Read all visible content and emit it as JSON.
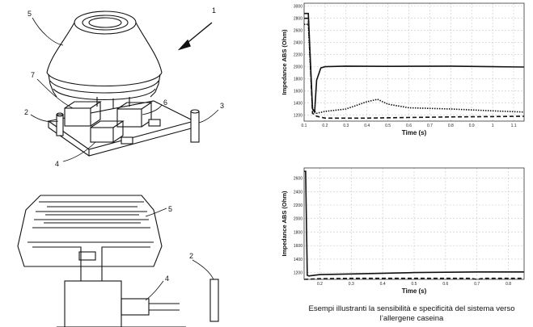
{
  "patent_figure": {
    "ref_labels": {
      "fig_arrow": "1",
      "cone": "5",
      "seven": "7",
      "two": "2",
      "six": "6",
      "three": "3",
      "four": "4",
      "five_lower": "5",
      "two_lower": "2",
      "four_lower": "4"
    }
  },
  "charts": [
    {
      "type": "line",
      "xlabel": "Time (s)",
      "ylabel": "Impedance ABS (Ohm)",
      "xlim": [
        0.1,
        1.15
      ],
      "ylim": [
        1100,
        3050
      ],
      "x_ticks": [
        "0.1",
        "0.2",
        "0.3",
        "0.4",
        "0.5",
        "0.6",
        "0.7",
        "0.8",
        "0.9",
        "1",
        "1.1"
      ],
      "y_ticks": [
        "1200",
        "1400",
        "1600",
        "1800",
        "2000",
        "2200",
        "2400",
        "2600",
        "2800",
        "3000"
      ],
      "grid": true,
      "series": [
        {
          "style": "solid",
          "x": [
            0.1,
            0.12,
            0.14,
            0.15,
            0.16,
            0.18,
            0.2,
            0.3,
            0.5,
            0.8,
            1.0,
            1.15
          ],
          "y": [
            2880,
            2880,
            1300,
            1250,
            1780,
            1980,
            2000,
            2010,
            2005,
            2010,
            2000,
            1995
          ]
        },
        {
          "style": "dotted",
          "x": [
            0.1,
            0.12,
            0.14,
            0.16,
            0.2,
            0.3,
            0.4,
            0.45,
            0.5,
            0.6,
            0.8,
            1.0,
            1.15
          ],
          "y": [
            2700,
            2700,
            1300,
            1230,
            1260,
            1300,
            1420,
            1460,
            1380,
            1320,
            1300,
            1270,
            1250
          ]
        },
        {
          "style": "dashed",
          "x": [
            0.1,
            0.12,
            0.14,
            0.16,
            0.2,
            0.4,
            0.6,
            0.8,
            1.0,
            1.15
          ],
          "y": [
            2800,
            2800,
            1230,
            1180,
            1150,
            1150,
            1160,
            1170,
            1175,
            1180
          ]
        }
      ]
    },
    {
      "type": "line",
      "xlabel": "Time (s)",
      "ylabel": "Impedance ABS (Ohm)",
      "xlim": [
        0.15,
        0.85
      ],
      "ylim": [
        1100,
        2750
      ],
      "x_ticks": [
        "0.2",
        "0.3",
        "0.4",
        "0.5",
        "0.6",
        "0.7",
        "0.8"
      ],
      "y_ticks": [
        "1200",
        "1400",
        "1600",
        "1800",
        "2000",
        "2200",
        "2400",
        "2600"
      ],
      "grid": true,
      "series": [
        {
          "style": "solid",
          "x": [
            0.15,
            0.155,
            0.16,
            0.165,
            0.2,
            0.3,
            0.5,
            0.7,
            0.85
          ],
          "y": [
            2700,
            2700,
            1160,
            1150,
            1170,
            1180,
            1200,
            1210,
            1210
          ]
        },
        {
          "style": "dashed",
          "x": [
            0.15,
            0.2,
            0.3,
            0.5,
            0.68,
            0.7,
            0.72,
            0.85
          ],
          "y": [
            1100,
            1110,
            1115,
            1115,
            1115,
            1100,
            1115,
            1115
          ]
        }
      ]
    }
  ],
  "caption": {
    "line1": "Esempi illustranti la sensibilità e specificità del sistema verso",
    "line2": "l’allergene caseina"
  },
  "colors": {
    "line": "#111111",
    "grid": "#c8c8c8",
    "frame": "#333333"
  }
}
